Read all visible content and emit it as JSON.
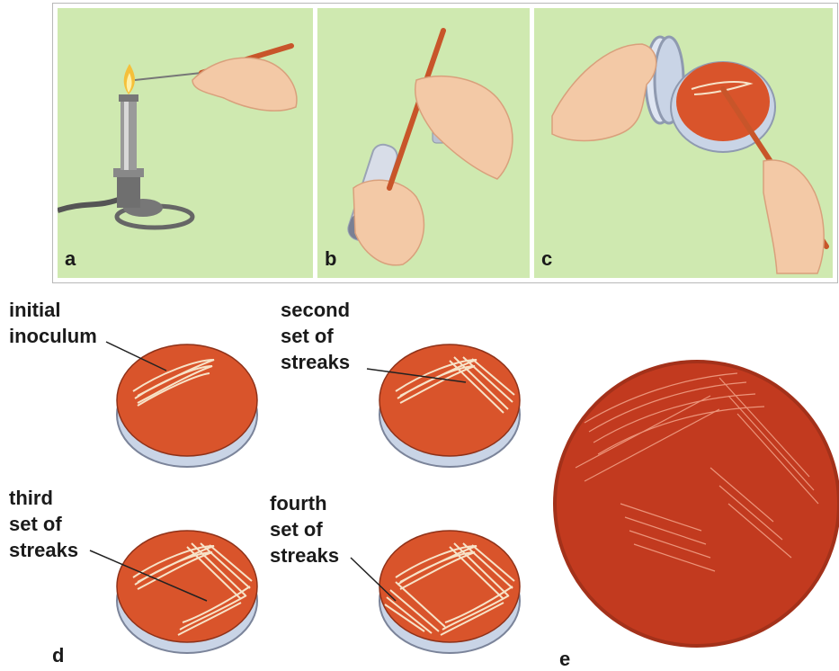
{
  "panels": [
    {
      "letter": "a"
    },
    {
      "letter": "b"
    },
    {
      "letter": "c"
    }
  ],
  "labels": {
    "initial": "initial\ninoculum",
    "second": "second\nset of\nstreaks",
    "third": "third\nset of\nstreaks",
    "fourth": "fourth\nset of\nstreaks",
    "d": "d",
    "e": "e"
  },
  "colors": {
    "panel_bg": "#cfe9b0",
    "agar": "#d9542b",
    "dish_rim": "#c9d4e6",
    "streak": "#f7e3c8",
    "photo_plate": "#c23a1f"
  }
}
